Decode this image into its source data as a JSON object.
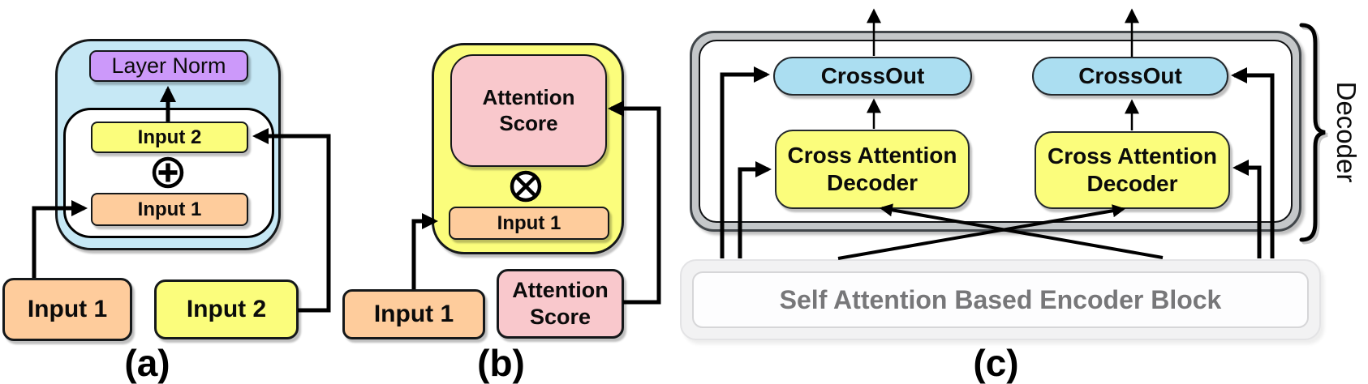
{
  "figure": {
    "type": "architecture-diagram",
    "panels": [
      "(a)",
      "(b)",
      "(c)"
    ]
  },
  "colors": {
    "orange": "#FECC9C",
    "yellow": "#FBFD7C",
    "pink": "#F9C8CC",
    "purple": "#CC99FA",
    "light_blue": "#C6E8F5",
    "cross_blue": "#ABDEF1",
    "ring_gray": "#C4C7C9",
    "dark_stroke": "#41464a",
    "gray_text": "#777779"
  },
  "panel_a": {
    "label": "(a)",
    "layer_norm": "Layer Norm",
    "inner_input2": "Input 2",
    "inner_input1": "Input 1",
    "plus_symbol": "circle-plus",
    "bottom_input1": "Input 1",
    "bottom_input2": "Input 2"
  },
  "panel_b": {
    "label": "(b)",
    "attention_score_top": "Attention\nScore",
    "inner_input1": "Input 1",
    "multiply_symbol": "circle-times",
    "bottom_input1": "Input 1",
    "bottom_attention_score": "Attention\nScore"
  },
  "panel_c": {
    "label": "(c)",
    "crossout_left": "CrossOut",
    "crossout_right": "CrossOut",
    "cross_attention_decoder_left": "Cross Attention\nDecoder",
    "cross_attention_decoder_right": "Cross Attention\nDecoder",
    "encoder_block": "Self Attention Based Encoder Block",
    "decoder_brace_label": "Decoder"
  }
}
